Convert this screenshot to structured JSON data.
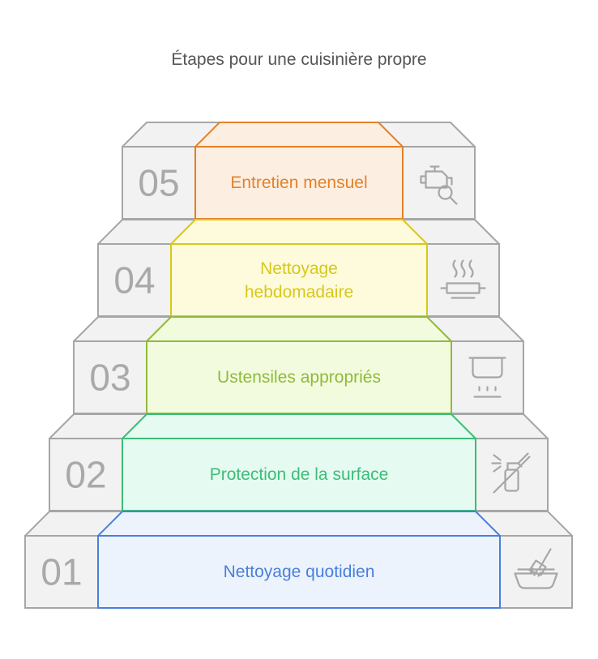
{
  "title": "Étapes pour une cuisinière propre",
  "colors": {
    "stone_fill": "#f2f2f2",
    "stone_stroke": "#a6a6a6",
    "number_color": "#a9a9a9",
    "icon_color": "#a6a6a6"
  },
  "steps": [
    {
      "number": "01",
      "label": "Nettoyage quotidien",
      "icon": "brush-bowl-icon",
      "color": "#4a7fdc",
      "fill": "#edf3fc"
    },
    {
      "number": "02",
      "label": "Protection de la surface",
      "icon": "no-spray-icon",
      "color": "#3dbd79",
      "fill": "#e5faf0"
    },
    {
      "number": "03",
      "label": "Ustensiles appropriés",
      "icon": "pot-on-stove-icon",
      "color": "#8fba3b",
      "fill": "#f3fbdf"
    },
    {
      "number": "04",
      "label": "Nettoyage\nhebdomadaire",
      "icon": "hot-dish-icon",
      "color": "#d8c71b",
      "fill": "#fdfbdc"
    },
    {
      "number": "05",
      "label": "Entretien mensuel",
      "icon": "engine-inspect-icon",
      "color": "#e2822a",
      "fill": "#fdeee2"
    }
  ]
}
